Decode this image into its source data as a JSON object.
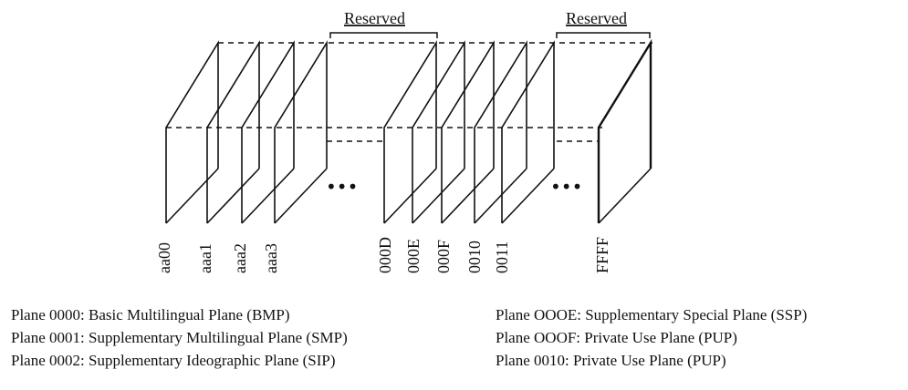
{
  "diagram": {
    "reserved_labels": [
      "Reserved",
      "Reserved"
    ],
    "plane_labels": [
      "aa00",
      "aaa1",
      "aaa2",
      "aaa3",
      "000D",
      "000E",
      "000F",
      "0010",
      "0011",
      "FFFF"
    ],
    "ellipsis": [
      "•••",
      "•••"
    ]
  },
  "legend": {
    "left": [
      "Plane 0000: Basic Multilingual Plane (BMP)",
      "Plane 0001: Supplementary Multilingual Plane (SMP)",
      "Plane 0002: Supplementary Ideographic Plane (SIP)"
    ],
    "right": [
      "Plane OOOE: Supplementary Special Plane (SSP)",
      "Plane OOOF: Private Use Plane (PUP)",
      "Plane 0010: Private Use Plane (PUP)"
    ]
  }
}
